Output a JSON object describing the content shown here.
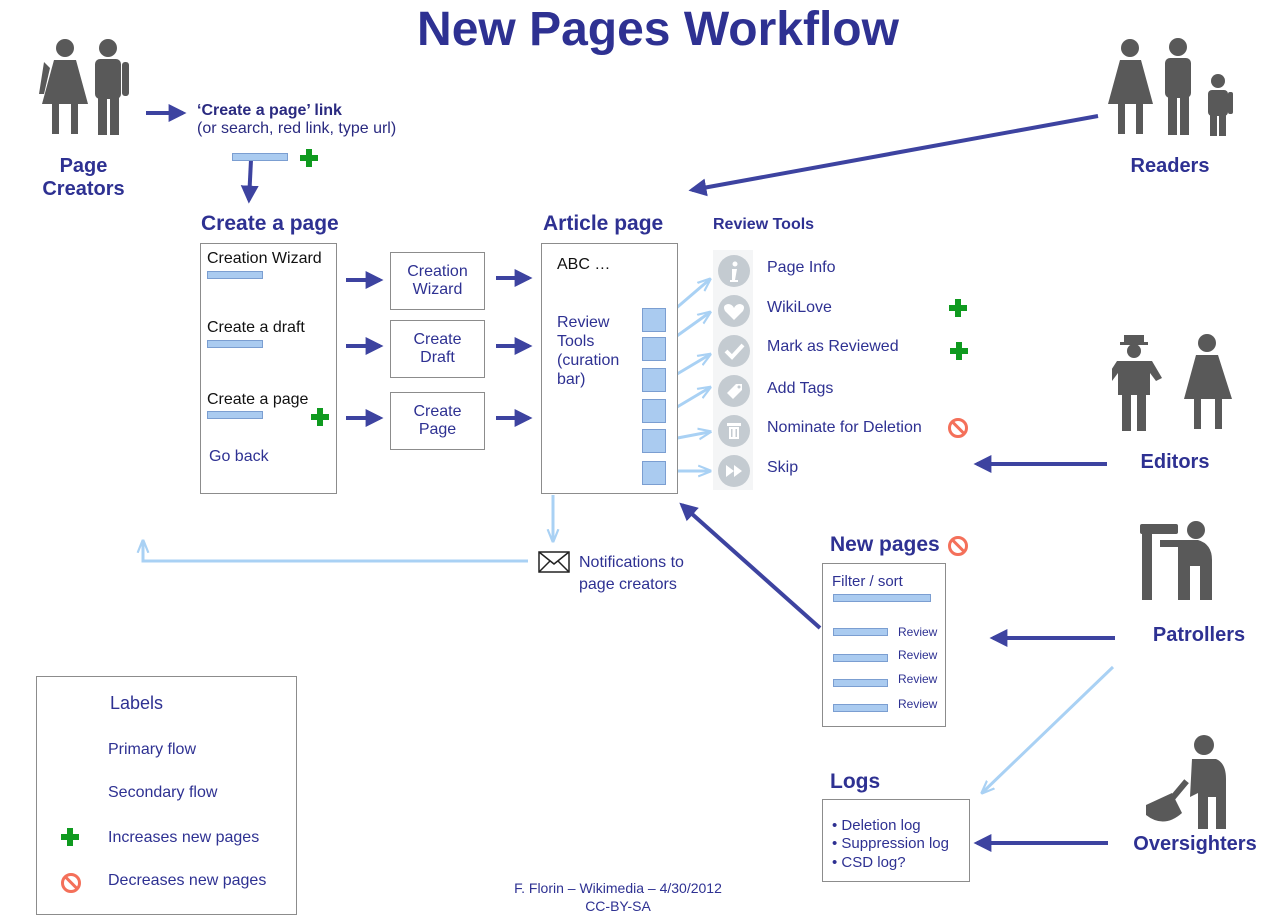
{
  "title": "New Pages Workflow",
  "actors": {
    "page_creators": "Page Creators",
    "readers": "Readers",
    "editors": "Editors",
    "patrollers": "Patrollers",
    "oversighters": "Oversighters"
  },
  "create_link": {
    "label": "‘Create a page’ link",
    "sub": "(or search, red link, type url)"
  },
  "create_page": {
    "heading": "Create a page",
    "options": [
      "Creation Wizard",
      "Create a draft",
      "Create a page"
    ],
    "go_back": "Go back"
  },
  "steps": [
    "Creation Wizard",
    "Create Draft",
    "Create Page"
  ],
  "article": {
    "heading": "Article page",
    "abc": "ABC …",
    "review_tools": "Review Tools (curation bar)"
  },
  "review_tools": {
    "heading": "Review Tools",
    "items": [
      {
        "label": "Page Info",
        "icon": "info-icon"
      },
      {
        "label": "WikiLove",
        "icon": "heart-icon"
      },
      {
        "label": "Mark as Reviewed",
        "icon": "checkmark-icon"
      },
      {
        "label": "Add Tags",
        "icon": "tag-icon"
      },
      {
        "label": "Nominate for Deletion",
        "icon": "trash-icon"
      },
      {
        "label": "Skip",
        "icon": "skip-icon"
      }
    ]
  },
  "notifications": "Notifications to page creators",
  "new_pages": {
    "heading": "New pages",
    "filter": "Filter / sort",
    "review": [
      "Review",
      "Review",
      "Review",
      "Review"
    ]
  },
  "logs": {
    "heading": "Logs",
    "items": [
      "•  Deletion log",
      "• Suppression log",
      "• CSD log?"
    ]
  },
  "labels": {
    "heading": "Labels",
    "primary": "Primary flow",
    "secondary": "Secondary flow",
    "increases": "Increases new pages",
    "decreases": "Decreases new pages"
  },
  "credit": {
    "line1": "F. Florin – Wikimedia – 4/30/2012",
    "line2": "CC-BY-SA"
  },
  "colors": {
    "primary_arrow": "#3d43a0",
    "secondary_arrow": "#a9d1f4",
    "increase": "#0f9a1f",
    "decrease": "#f4705a",
    "title": "#2e3192"
  }
}
